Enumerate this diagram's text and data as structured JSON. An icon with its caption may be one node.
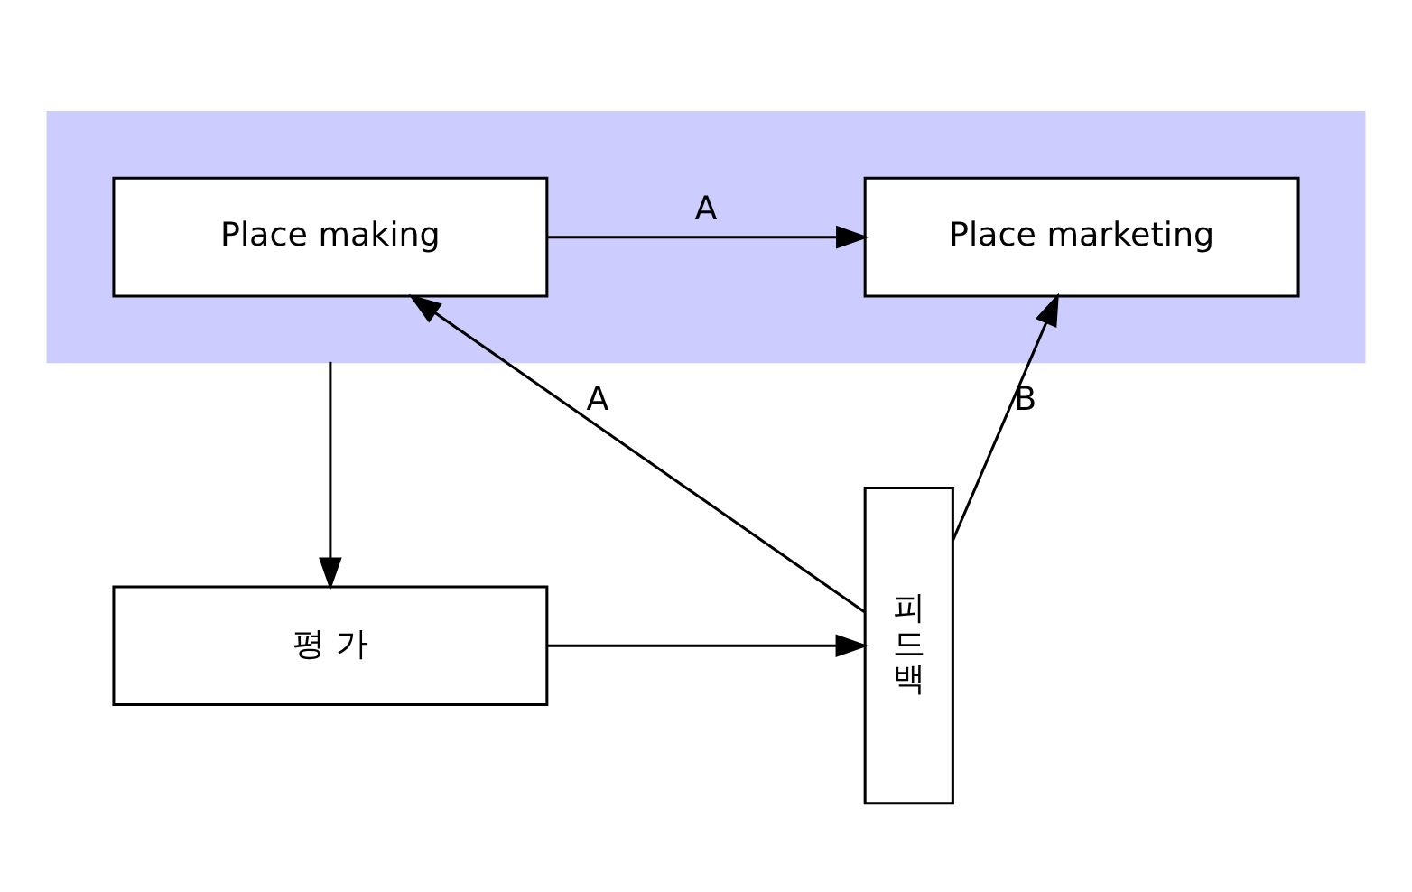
{
  "diagram": {
    "nodes": [
      {
        "text": [],
        "shape": "box"
      },
      {
        "text": [
          "Place making"
        ],
        "in": 0
      },
      {
        "text": [
          "Place marketing"
        ],
        "in": 0
      },
      {
        "text": [
          "피드백"
        ]
      },
      {
        "text": [
          "평 가"
        ]
      }
    ],
    "edges": [
      {
        "from": 3,
        "to": 1,
        "arrow": "to",
        "label": "A"
      },
      {
        "from": 3,
        "to": 2,
        "arrow": "to",
        "label": "B"
      },
      {
        "from": 1,
        "to": 2,
        "arrow": "to",
        "label": "A"
      },
      {
        "from": 0,
        "to": 4,
        "arrow": "to"
      },
      {
        "from": 4,
        "to": 3,
        "arrow": "to"
      }
    ]
  }
}
